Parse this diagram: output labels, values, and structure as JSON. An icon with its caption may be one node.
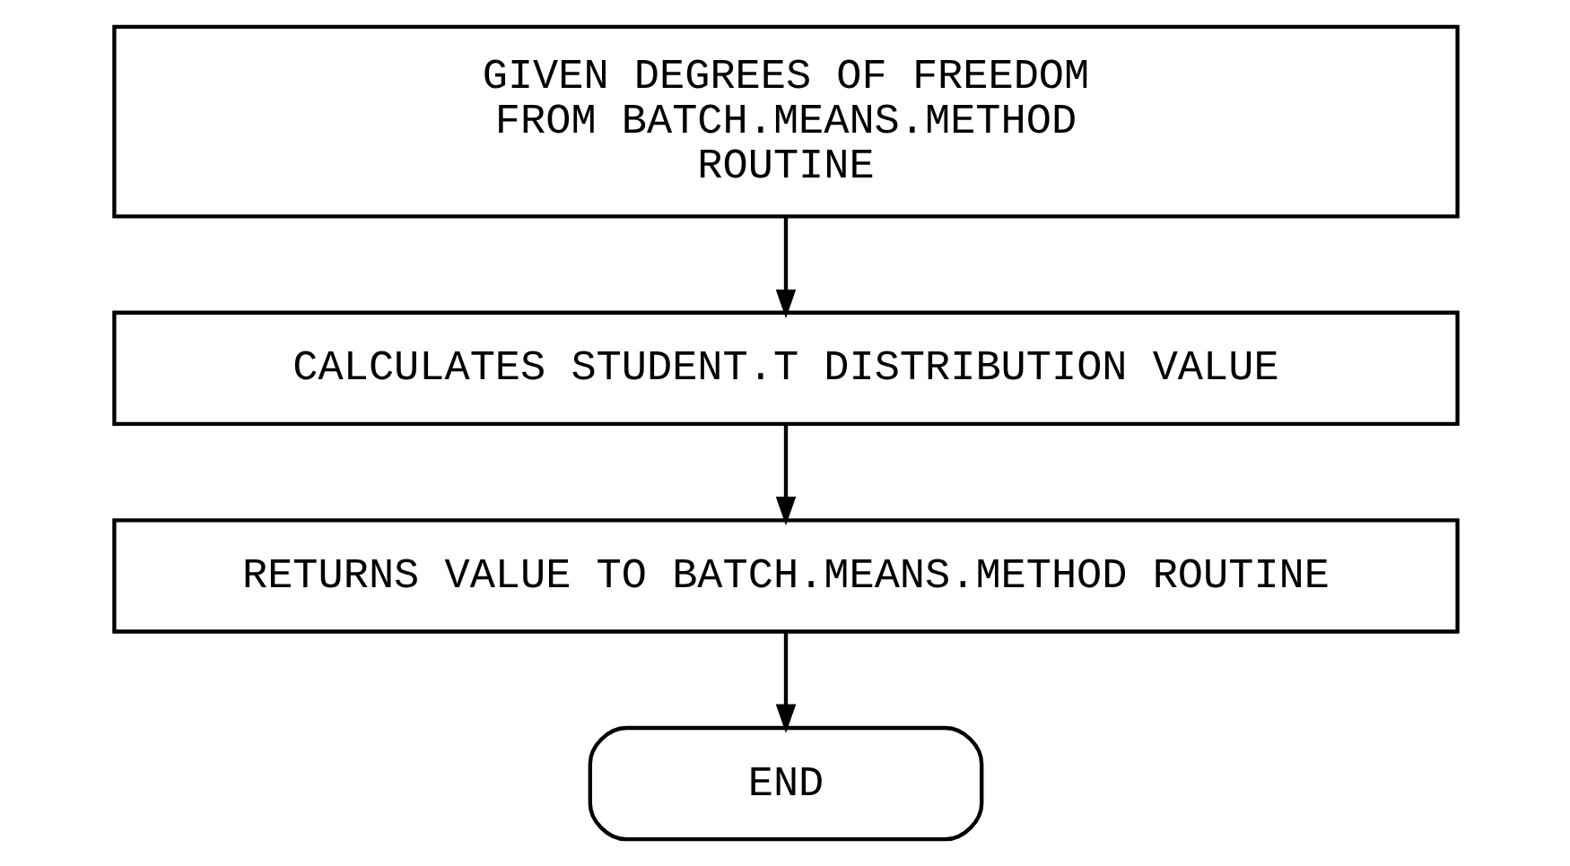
{
  "diagram": {
    "nodes": [
      {
        "text": [
          "GIVEN DEGREES OF FREEDOM FROM BATCH.MEANS.METHOD ROUTINE"
        ]
      },
      {
        "text": [
          "CALCULATES STUDENT.T DISTRIBUTION VALUE"
        ]
      },
      {
        "text": [
          "RETURNS VALUE TO BATCH.MEANS.METHOD ROUTINE"
        ]
      },
      {
        "text": [
          "END"
        ]
      }
    ],
    "edges": [
      {
        "from": 0,
        "to": 1,
        "arrow": "to"
      },
      {
        "from": 1,
        "to": 2,
        "arrow": "to"
      },
      {
        "from": 2,
        "to": 3,
        "arrow": "to"
      }
    ]
  }
}
